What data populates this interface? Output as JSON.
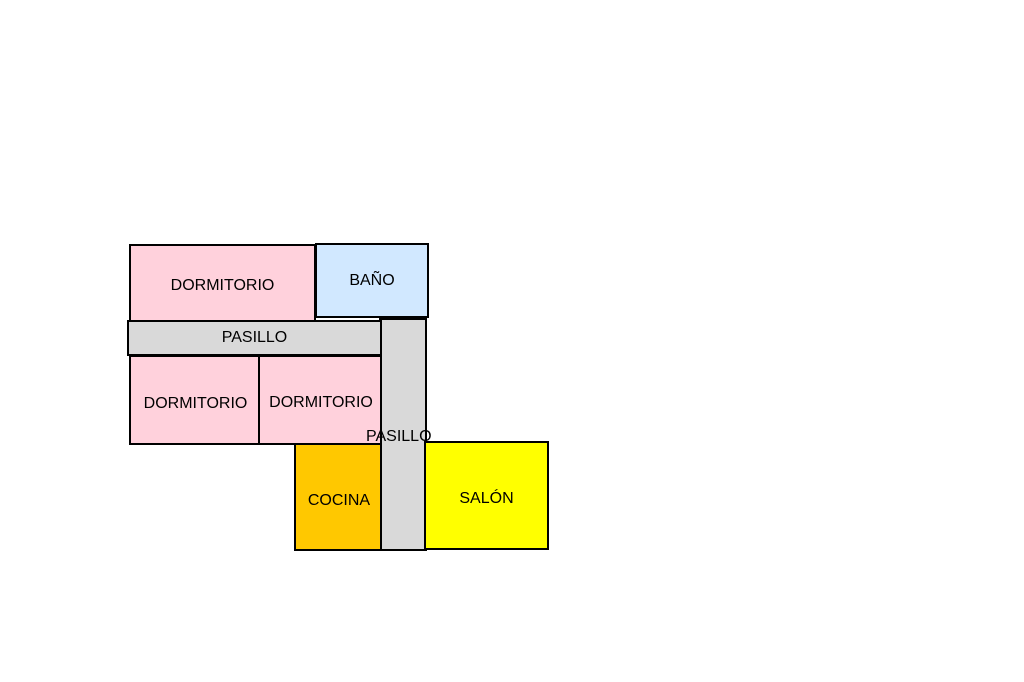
{
  "rooms": {
    "dormitorio_1": {
      "label": "DORMITORIO",
      "color": "#ffd1dc"
    },
    "bano": {
      "label": "BAÑO",
      "color": "#d1e8ff"
    },
    "pasillo_1": {
      "label": "PASILLO",
      "color": "#d9d9d9"
    },
    "dormitorio_2": {
      "label": "DORMITORIO",
      "color": "#ffd1dc"
    },
    "dormitorio_3": {
      "label": "DORMITORIO",
      "color": "#ffd1dc"
    },
    "pasillo_2": {
      "label": "PASILLO",
      "color": "#d9d9d9"
    },
    "cocina": {
      "label": "COCINA",
      "color": "#ffc800"
    },
    "salon": {
      "label": "SALÓN",
      "color": "#ffff00"
    }
  }
}
